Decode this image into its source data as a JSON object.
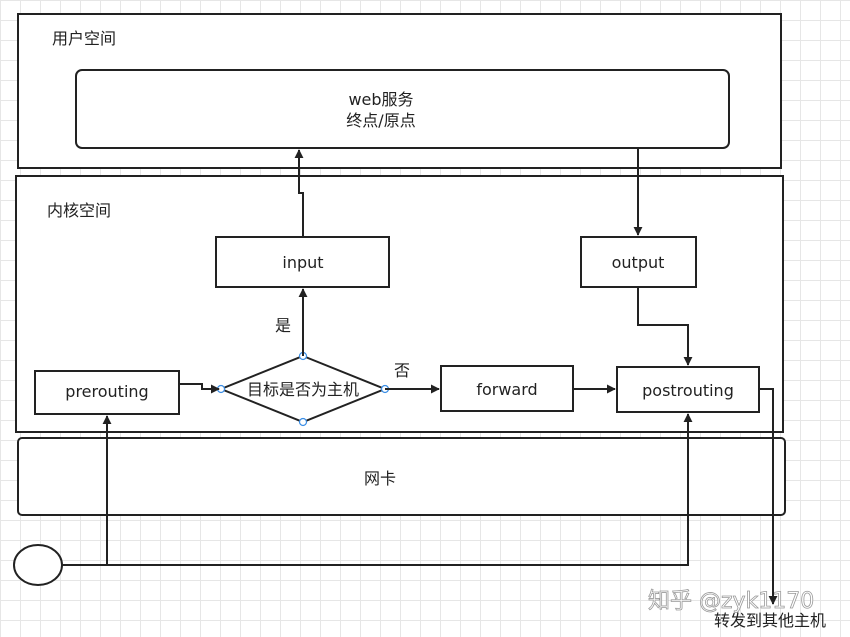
{
  "regions": {
    "user_space": "用户空间",
    "kernel_space": "内核空间",
    "nic": "网卡"
  },
  "nodes": {
    "web_line1": "web服务",
    "web_line2": "终点/原点",
    "input": "input",
    "output": "output",
    "prerouting": "prerouting",
    "decision": "目标是否为主机",
    "forward": "forward",
    "postrouting": "postrouting"
  },
  "edges": {
    "yes": "是",
    "no": "否",
    "forward_out": "转发到其他主机"
  },
  "watermark": "知乎 @zyk1170"
}
